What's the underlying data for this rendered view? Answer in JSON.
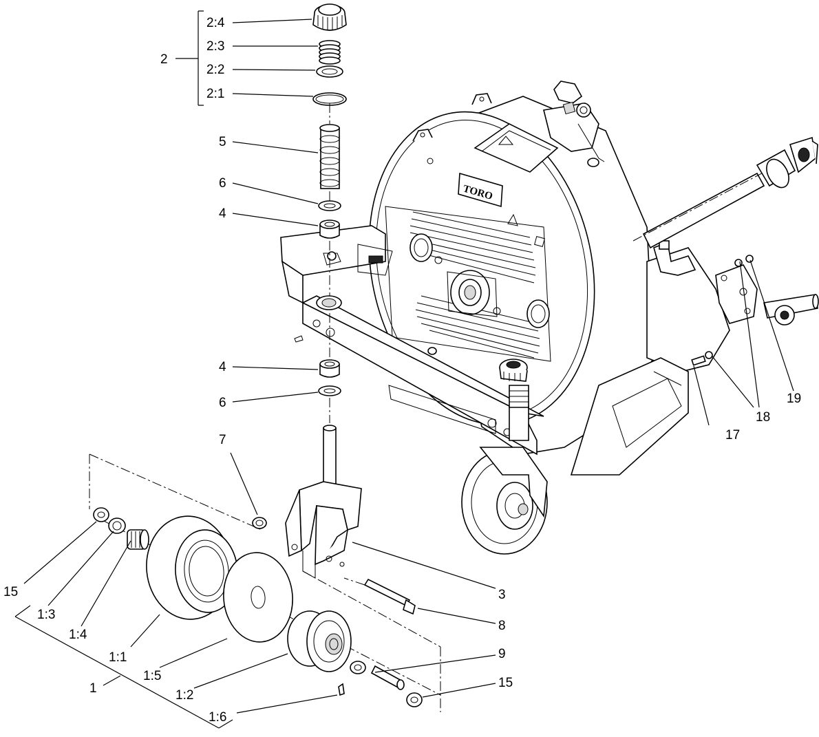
{
  "brand_logo": "TORO",
  "callouts": {
    "c2": "2",
    "c2_4": "2:4",
    "c2_3": "2:3",
    "c2_2": "2:2",
    "c2_1": "2:1",
    "c5": "5",
    "c6a": "6",
    "c4a": "4",
    "c4b": "4",
    "c6b": "6",
    "c7": "7",
    "c3": "3",
    "c8": "8",
    "c9": "9",
    "c15a": "15",
    "c15b": "15",
    "c1_3": "1:3",
    "c1_4": "1:4",
    "c1_1": "1:1",
    "c1_5": "1:5",
    "c1_2": "1:2",
    "c1_6": "1:6",
    "c1": "1",
    "c17": "17",
    "c18": "18",
    "c19": "19"
  }
}
